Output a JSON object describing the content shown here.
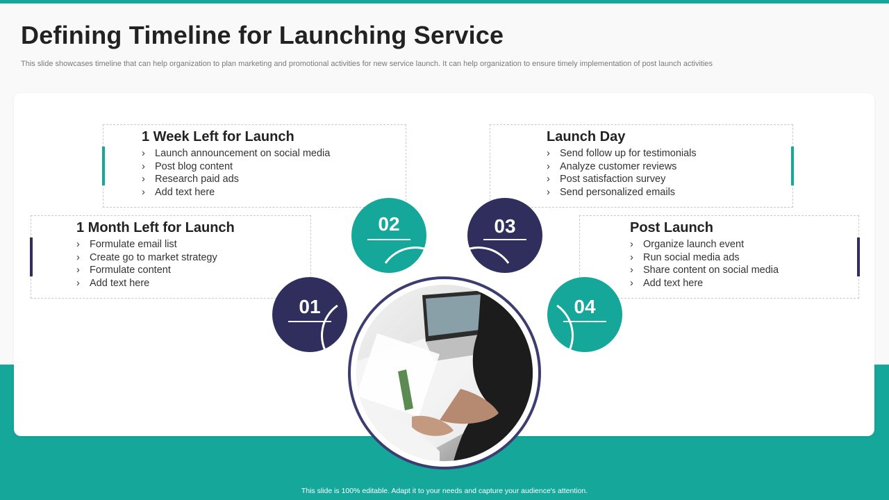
{
  "title": "Defining Timeline for Launching Service",
  "subtitle": "This slide showcases timeline that can help organization to plan marketing and promotional activities for new service launch. It can help organization to ensure timely implementation of post launch activities",
  "colors": {
    "teal": "#14a79a",
    "navy": "#2f2e5d"
  },
  "steps": [
    {
      "number": "01",
      "heading": "1 Month Left for Launch",
      "items": [
        "Formulate email list",
        "Create go to market strategy",
        "Formulate content",
        "Add text here"
      ]
    },
    {
      "number": "02",
      "heading": "1 Week Left for Launch",
      "items": [
        "Launch announcement on social media",
        "Post blog content",
        "Research paid ads",
        "Add text here"
      ]
    },
    {
      "number": "03",
      "heading": "Launch Day",
      "items": [
        "Send follow up for testimonials",
        "Analyze customer reviews",
        "Post satisfaction survey",
        "Send personalized emails"
      ]
    },
    {
      "number": "04",
      "heading": "Post Launch",
      "items": [
        "Organize launch event",
        "Run social media ads",
        "Share content on social media",
        "Add text here"
      ]
    }
  ],
  "footer": "This slide is 100% editable.  Adapt it to your needs and capture your audience's attention."
}
